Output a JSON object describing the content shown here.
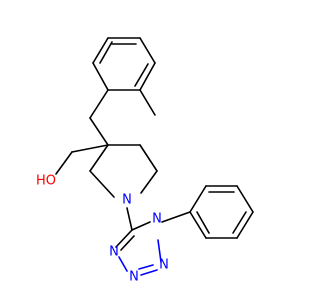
{
  "colors": {
    "background": "#ffffff",
    "bond": "#000000",
    "oxygen": "#ff0000",
    "nitrogen": "#0000ff"
  },
  "atoms": {
    "hydroxyl": "HO",
    "n_piperidine": "N",
    "n_tetrazole_1": "N",
    "n_tetrazole_2": "N",
    "n_tetrazole_3": "N",
    "n_tetrazole_4": "N"
  }
}
